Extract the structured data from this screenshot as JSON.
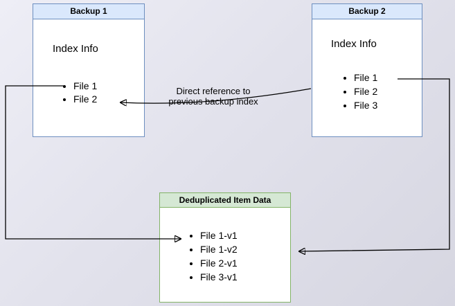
{
  "colors": {
    "blue_border": "#6c8ebf",
    "blue_fill": "#dae8fc",
    "green_border": "#82b366",
    "green_fill": "#d5e8d4",
    "line": "#000000"
  },
  "backup1": {
    "title": "Backup 1",
    "subtitle": "Index Info",
    "files": [
      "File 1",
      "File 2"
    ]
  },
  "backup2": {
    "title": "Backup 2",
    "subtitle": "Index Info",
    "files": [
      "File 1",
      "File 2",
      "File 3"
    ]
  },
  "dedup": {
    "title": "Deduplicated Item Data",
    "items": [
      "File 1-v1",
      "File 1-v2",
      "File 2-v1",
      "File 3-v1"
    ]
  },
  "annotation": {
    "text": "Direct reference to previous backup index"
  }
}
